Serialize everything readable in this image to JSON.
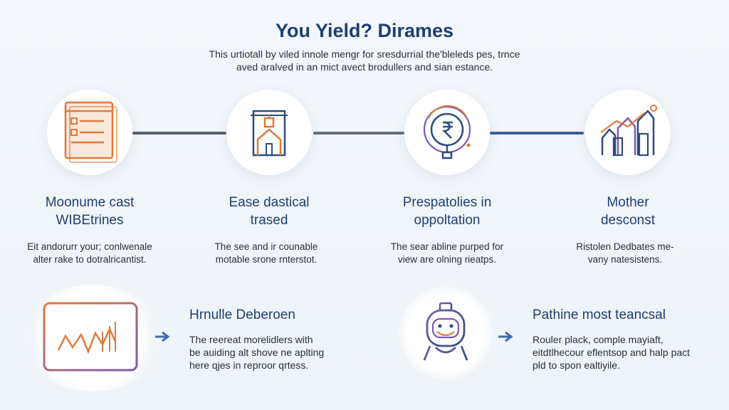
{
  "header": {
    "title": "You Yield? Dirames",
    "subtitle_line1": "This urtiotall by viled innole mengr for sresdurrial the'bleleds pes, trnce",
    "subtitle_line2": "aved aralved in an mict avect brodullers and sian estance."
  },
  "steps": [
    {
      "title_line1": "Moonume cast",
      "title_line2": "WIBEtrines",
      "desc_line1": "Eit andorurr your; conlwenale",
      "desc_line2": "alter rake to dotralricantist.",
      "icon": "form-window-icon"
    },
    {
      "title_line1": "Ease dastical",
      "title_line2": "trased",
      "desc_line1": "The see and ir counable",
      "desc_line2": "motable srone rnterstot.",
      "icon": "house-frame-icon"
    },
    {
      "title_line1": "Prespatolies in",
      "title_line2": "oppoltation",
      "desc_line1": "The sear abline purped for",
      "desc_line2": "view are olning rieatps.",
      "icon": "rupee-globe-icon"
    },
    {
      "title_line1": "Mother",
      "title_line2": "desconst",
      "desc_line1": "Ristolen Dedbates me-",
      "desc_line2": "vany natesistens.",
      "icon": "growth-chart-icon"
    }
  ],
  "lower": [
    {
      "title": "Hrnulle Deberoen",
      "desc_line1": "The reereat morelidlers with",
      "desc_line2": "be auiding alt shove ne aplting",
      "desc_line3": "here qjes in reproor qrtess.",
      "icon": "line-chart-icon"
    },
    {
      "title": "Pathine most teancsal",
      "desc_line1": "Rouler plack, comple mayiaft,",
      "desc_line2": "eitdtlhecour eflentsop and halp pact",
      "desc_line3": "pld to spon ealtiyile.",
      "icon": "robot-icon"
    }
  ],
  "colors": {
    "title": "#1d3f72",
    "connector_dark": "#5a6270",
    "connector_blue": "#3e5f93",
    "orange": "#e07a3a",
    "navy": "#2b4d80",
    "purple": "#7a5bb0",
    "arrow": "#3e6cb0"
  }
}
